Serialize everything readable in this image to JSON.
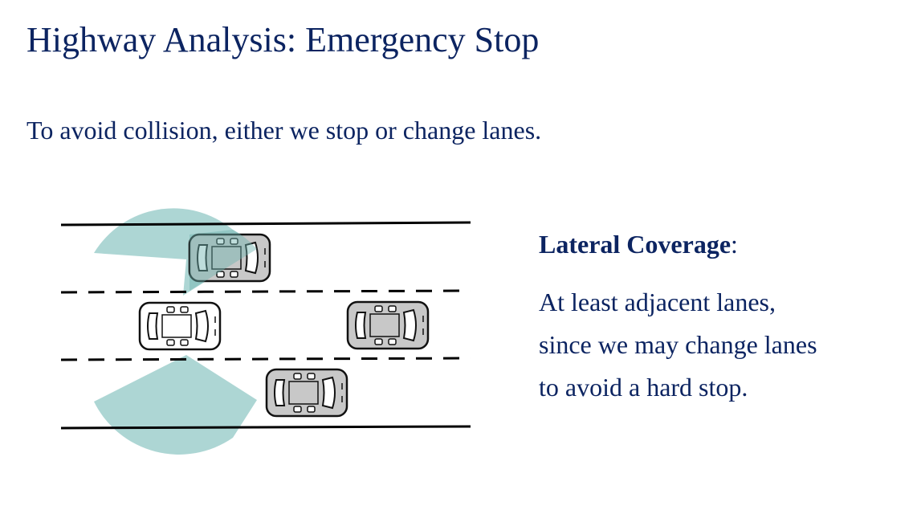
{
  "slide": {
    "title": "Highway Analysis: Emergency Stop",
    "subtitle": "To avoid collision, either we stop or change lanes."
  },
  "side_text": {
    "heading": "Lateral Coverage",
    "heading_suffix": ":",
    "lines": [
      "At least adjacent lanes,",
      "since we may change lanes",
      "to avoid a hard stop."
    ]
  },
  "colors": {
    "text": "#0c2461",
    "sensor_coverage": "#9fcfcd",
    "ego_car": "#ffffff",
    "other_car": "#c8c8c8",
    "road_line": "#000000"
  }
}
